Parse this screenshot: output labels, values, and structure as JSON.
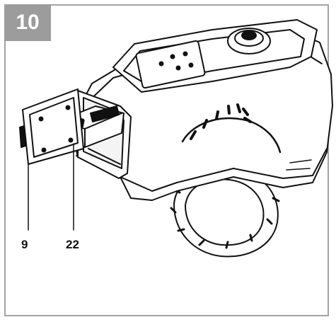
{
  "step_number": "10",
  "callouts": [
    {
      "label": "9"
    },
    {
      "label": "22"
    }
  ],
  "colors": {
    "frame_border": "#a3a3a3",
    "badge_background": "#9c9c9c",
    "badge_text": "#ffffff",
    "line_art": "#111111"
  }
}
